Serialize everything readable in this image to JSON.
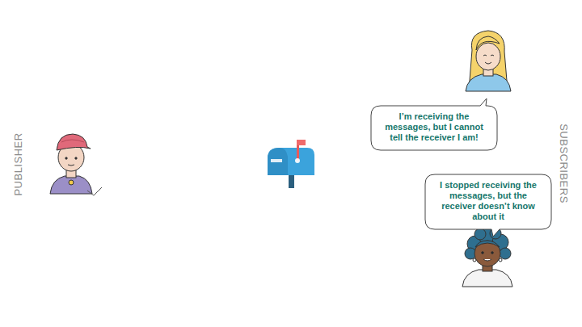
{
  "diagram": {
    "nodes": [
      {
        "text": [
          "I’m receiving the messages, but I cannot tell the receiver I am!"
        ]
      },
      {
        "text": [
          "I stopped receiving the messages, but the receiver doesn’t know about it"
        ]
      }
    ],
    "labels": [
      "PUBLISHER",
      "SUBSCRIBERS"
    ]
  }
}
